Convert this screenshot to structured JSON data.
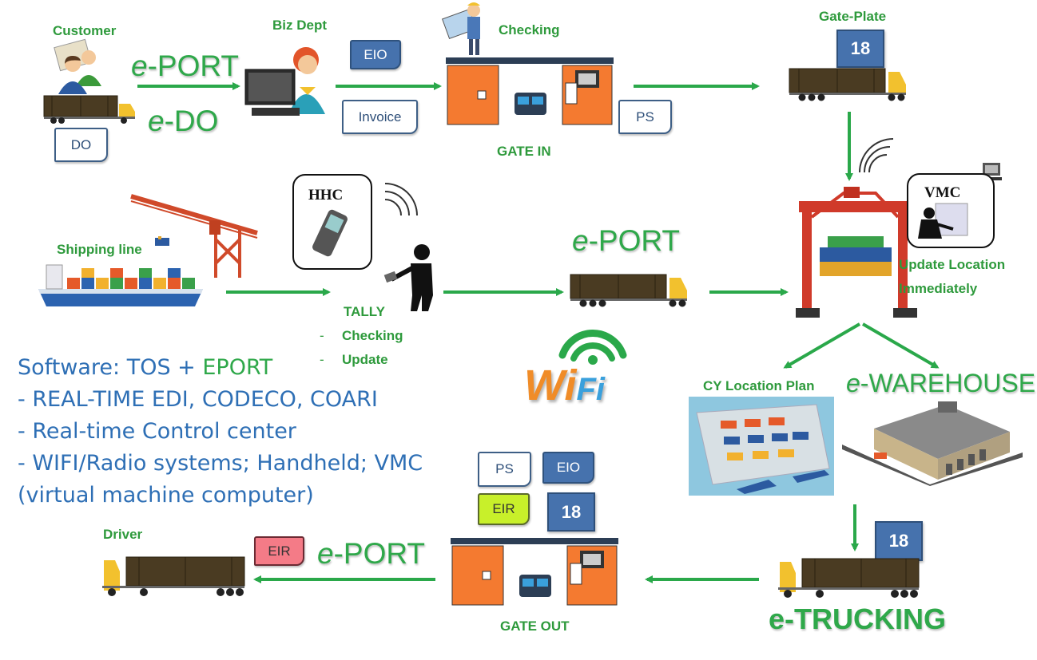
{
  "labels": {
    "customer": "Customer",
    "biz_dept": "Biz Dept",
    "checking_top": "Checking",
    "gate_plate": "Gate-Plate",
    "gate_in": "GATE IN",
    "shipping_line": "Shipping line",
    "tally": "TALLY",
    "tally_items": [
      "Checking",
      "Update"
    ],
    "tally_dash": "-",
    "update_location_1": "Update Location",
    "update_location_2": "Immediately",
    "cy_location_plan": "CY Location Plan",
    "driver": "Driver",
    "gate_out": "GATE OUT"
  },
  "big_labels": {
    "eport_prefix": "e",
    "eport_suffix": "-PORT",
    "edo_prefix": "e",
    "edo_suffix": "-DO",
    "ewarehouse_prefix": "e",
    "ewarehouse_suffix": "-WAREHOUSE",
    "etrucking": "e-TRUCKING"
  },
  "documents": {
    "do": "DO",
    "eio": "EIO",
    "invoice": "Invoice",
    "ps": "PS",
    "eir": "EIR"
  },
  "plates": {
    "gate_plate": "18",
    "gate_out": "18",
    "trucking": "18"
  },
  "bubbles": {
    "hhc": "HHC",
    "vmc": "VMC"
  },
  "wifi": {
    "wi": "Wi",
    "fi": "Fi"
  },
  "software": {
    "line1_prefix": "Software: TOS + ",
    "line1_highlight": "EPORT",
    "line2": "- REAL-TIME EDI, CODECO, COARI",
    "line3": "- Real-time Control center",
    "line4": "- WIFI/Radio systems; Handheld; VMC",
    "line5": "(virtual machine computer)"
  },
  "colors": {
    "arrow": "#2aa84a",
    "label_green": "#2e9a3c",
    "software_blue": "#2e6fb5",
    "doc_blue": "#4672ad",
    "gate_orange": "#f47a30",
    "wifi_orange": "#f08c28",
    "wifi_green": "#2aa84a",
    "wifi_blue": "#3aa0dc"
  }
}
